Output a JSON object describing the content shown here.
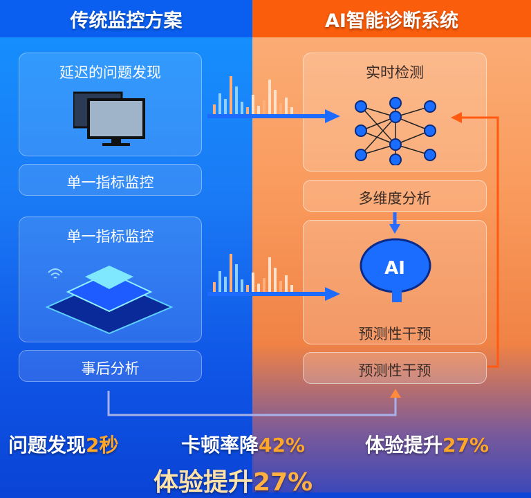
{
  "left": {
    "title": "传统监控方案",
    "box1": "延迟的问题发现",
    "box2": "单一指标监控",
    "box3": "单一指标监控",
    "box4": "事后分析"
  },
  "right": {
    "title": "AI智能诊断系统",
    "box1": "实时检测",
    "box2": "多维度分析",
    "ai_badge": "AI",
    "box3": "预测性干预",
    "box4": "预测性干预"
  },
  "stats": [
    {
      "label": "问题发现",
      "value": "2秒"
    },
    {
      "label": "卡顿率降",
      "value": "42%"
    },
    {
      "label": "体验提升",
      "value": "27%"
    }
  ],
  "highlight": {
    "label": "体验提升",
    "value": "27%"
  },
  "colors": {
    "blue": "#0a5ff0",
    "orange": "#fa5d0c",
    "accent": "#ffa629"
  },
  "icons": [
    "monitor-icon",
    "chip-icon",
    "wifi-icon",
    "neural-network-icon",
    "ai-brain-icon",
    "bar-chart-icon"
  ]
}
